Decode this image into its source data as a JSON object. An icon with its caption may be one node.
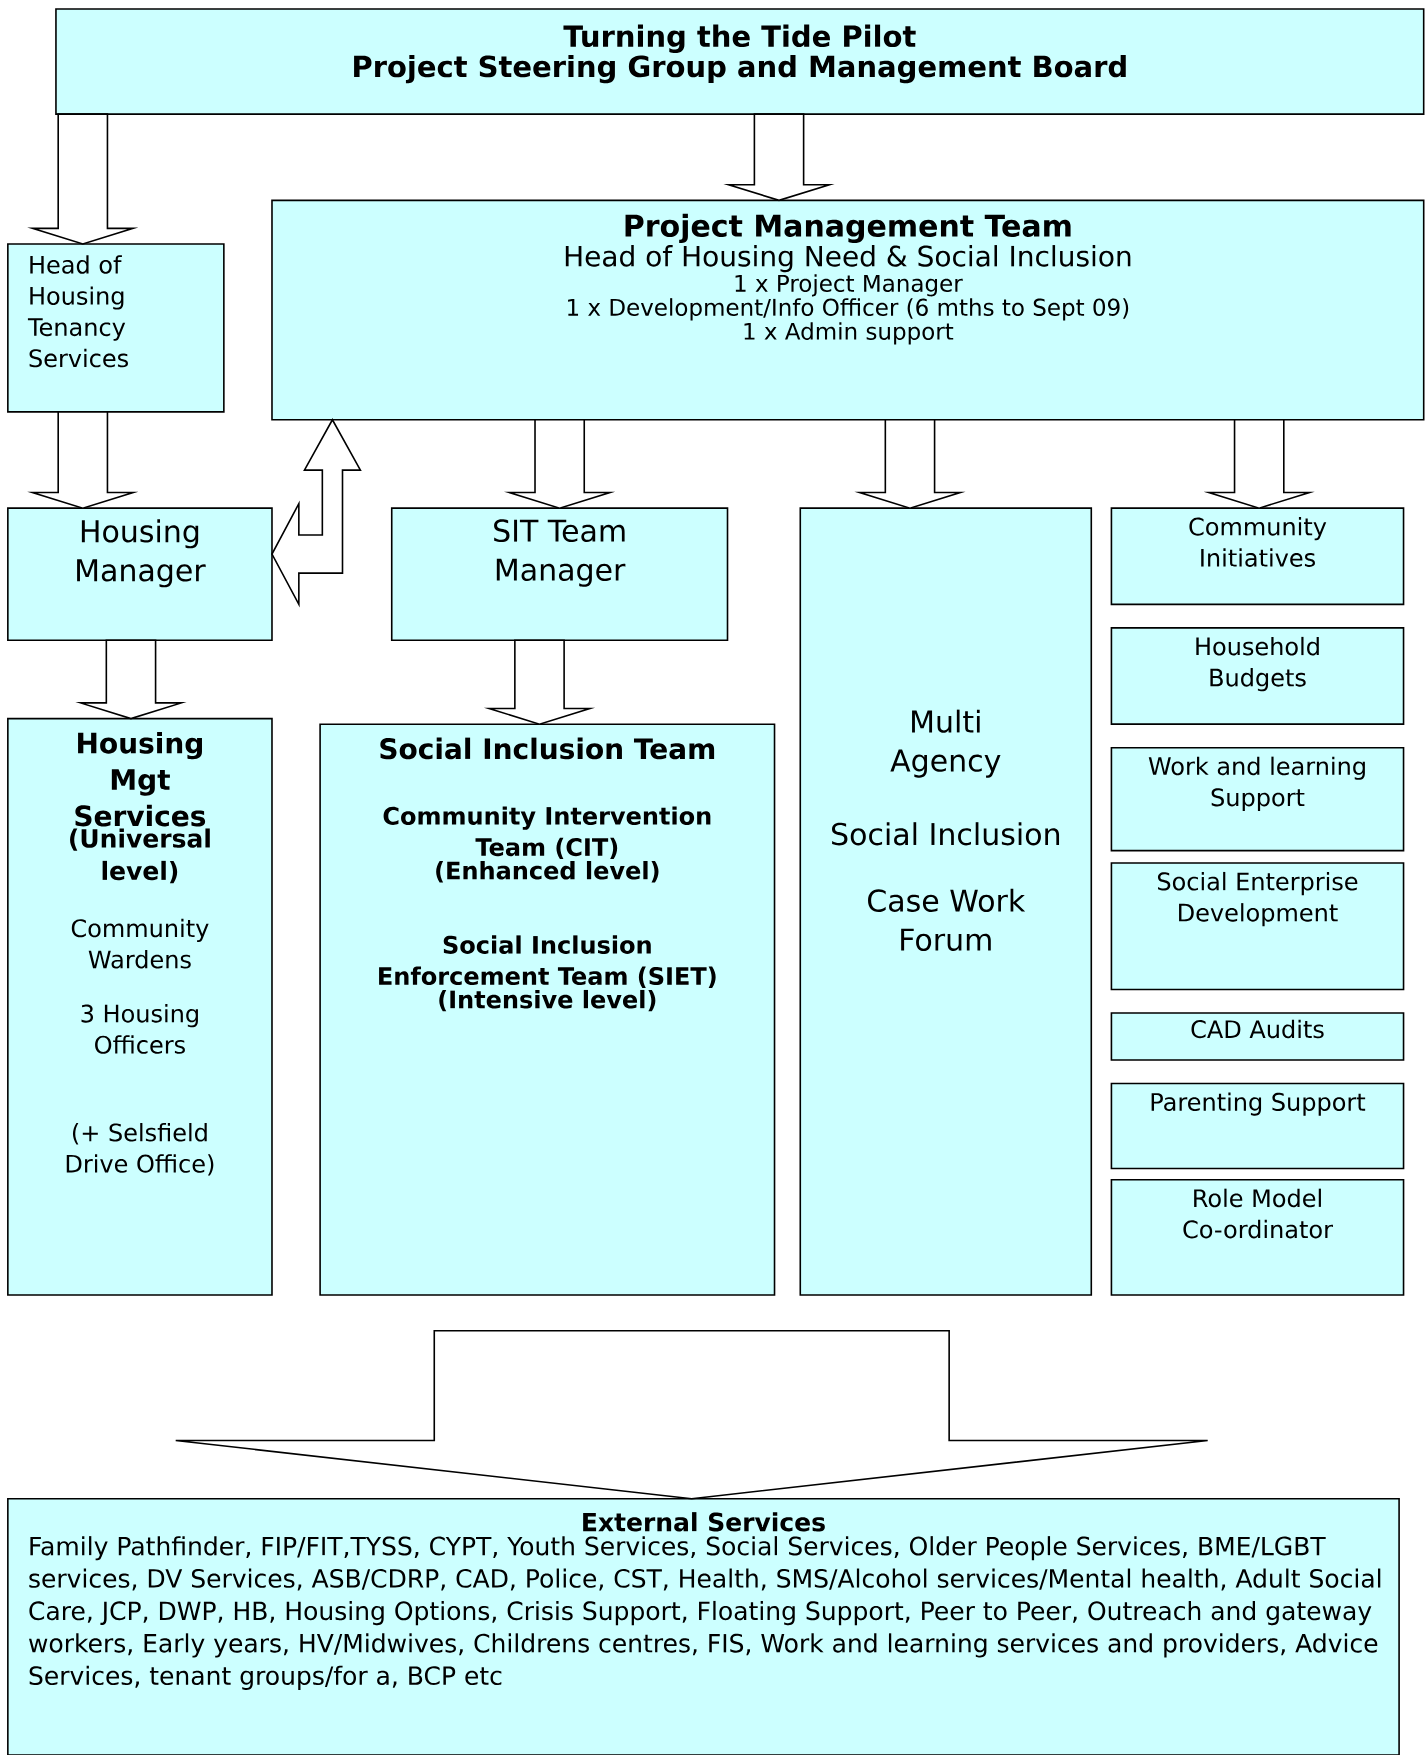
{
  "diagram": {
    "nodes": [
      {
        "text": [
          "Turning the Tide Pilot",
          "Project Steering Group and Management Board"
        ]
      },
      {
        "text": [
          "Head of Housing Tenancy Services"
        ]
      },
      {
        "text": [
          "Project Management Team",
          "Head of Housing Need & Social Inclusion",
          "1 x Project Manager",
          "1 x Development/Info Officer (6 mths to Sept 09)",
          "1 x Admin support"
        ]
      },
      {
        "text": [
          "Housing Manager"
        ]
      },
      {
        "text": [
          "SIT Team Manager"
        ]
      },
      {
        "text": [
          "Multi Agency",
          "Social Inclusion",
          "Case Work Forum"
        ]
      },
      {
        "text": [
          "Community Initiatives"
        ]
      },
      {
        "text": [
          "Household Budgets"
        ]
      },
      {
        "text": [
          "Work and learning Support"
        ]
      },
      {
        "text": [
          "Social Enterprise Development"
        ]
      },
      {
        "text": [
          "CAD Audits"
        ]
      },
      {
        "text": [
          "Parenting Support"
        ]
      },
      {
        "text": [
          "Role Model Co-ordinator"
        ]
      },
      {
        "text": [
          "Housing Mgt Services",
          "(Universal level)",
          "Community Wardens",
          "3 Housing Officers",
          "(+ Selsfield Drive Office)"
        ]
      },
      {
        "text": [
          "Social Inclusion Team",
          "Community Intervention Team (CIT)",
          "(Enhanced level)",
          "Social Inclusion Enforcement Team (SIET)",
          "(Intensive level)"
        ]
      },
      {
        "text": [
          "External Services",
          "Family Pathfinder, FIP/FIT,TYSS, CYPT, Youth Services, Social Services, Older People Services, BME/LGBT services, DV Services, ASB/CDRP, CAD, Police, CST, Health, SMS/Alcohol services/Mental health, Adult Social Care, JCP, DWP, HB, Housing Options, Crisis Support, Floating Support, Peer to Peer, Outreach and gateway workers, Early years, HV/Midwives, Childrens centres, FIS, Work and learning services and providers, Advice Services, tenant groups/for a, BCP etc"
        ]
      }
    ],
    "edges": [
      {
        "from": 0,
        "to": 1,
        "arrow": "to"
      },
      {
        "from": 0,
        "to": 2,
        "arrow": "to"
      },
      {
        "from": 1,
        "to": 3,
        "arrow": "to"
      },
      {
        "from": 3,
        "to": 2,
        "arrow": "both"
      },
      {
        "from": 2,
        "to": 4,
        "arrow": "to"
      },
      {
        "from": 2,
        "to": 5,
        "arrow": "to"
      },
      {
        "from": 2,
        "to": 6,
        "arrow": "to"
      },
      {
        "from": 3,
        "to": 13,
        "arrow": "to"
      },
      {
        "from": 4,
        "to": 14,
        "arrow": "to"
      },
      {
        "from": null,
        "to": 15,
        "arrow": "to"
      }
    ]
  }
}
